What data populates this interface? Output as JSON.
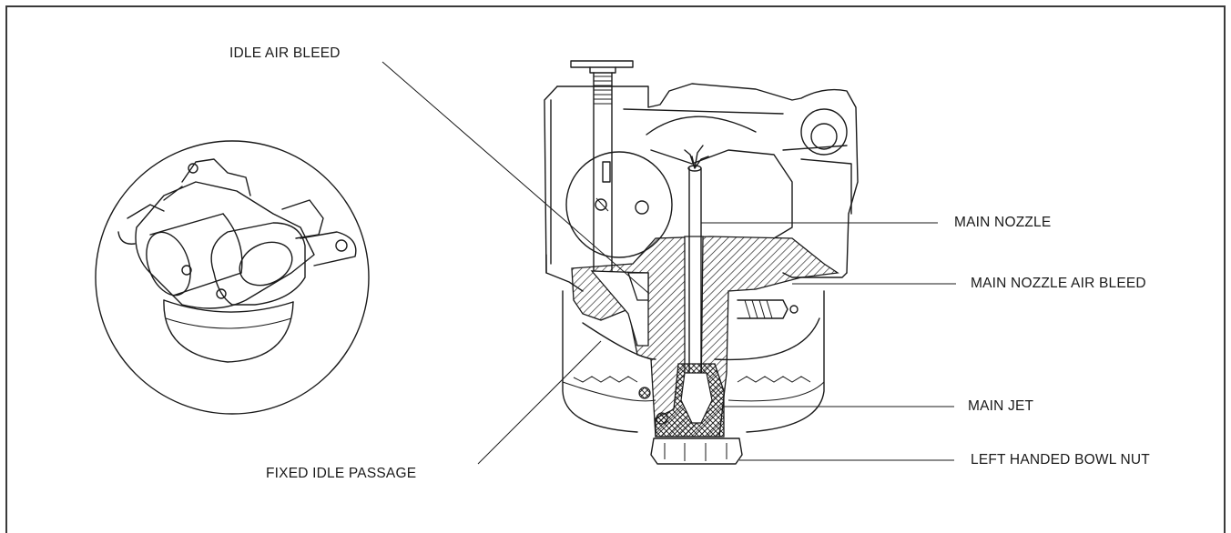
{
  "labels": {
    "idle_air_bleed": "IDLE AIR BLEED",
    "main_nozzle": "MAIN NOZZLE",
    "main_nozzle_air_bleed": "MAIN NOZZLE AIR BLEED",
    "main_jet": "MAIN JET",
    "left_handed_bowl_nut": "LEFT HANDED BOWL NUT",
    "fixed_idle_passage": "FIXED IDLE PASSAGE"
  }
}
